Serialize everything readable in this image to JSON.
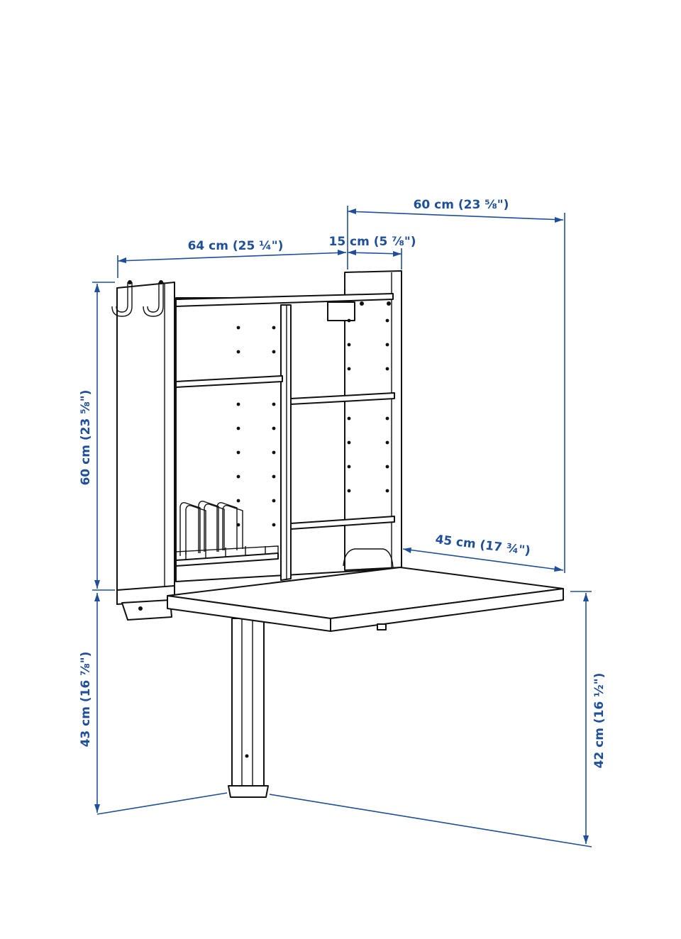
{
  "colors": {
    "dimension": "#1f4e9a",
    "outline": "#111111",
    "background": "#ffffff"
  },
  "dimensions": {
    "total_depth": "60 cm (23 ⅝\")",
    "width": "64 cm (25 ¼\")",
    "shelf_depth": "15 cm (5 ⅞\")",
    "height": "60 cm (23 ⅝\")",
    "table_depth": "45 cm (17 ¾\")",
    "clearance_left": "43 cm (16 ⅞\")",
    "clearance_right": "42 cm (16 ½\")"
  }
}
